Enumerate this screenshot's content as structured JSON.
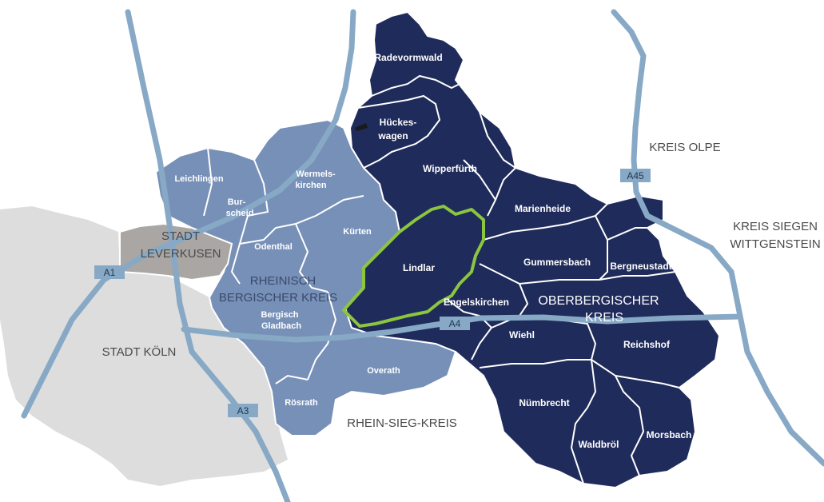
{
  "colors": {
    "oberberg_fill": "#1f2b5a",
    "rheinberg_fill": "#7790b8",
    "leverkusen_fill": "#a9a6a4",
    "koeln_fill": "#dddddd",
    "lindlar_outline": "#8cc63f",
    "road": "#87a9c6",
    "border": "#ffffff"
  },
  "regions": {
    "stadt_leverkusen": [
      "STADT",
      "LEVERKUSEN"
    ],
    "rheinisch_bergischer_kreis": [
      "RHEINISCH",
      "BERGISCHER KREIS"
    ],
    "stadt_koeln": "STADT KÖLN",
    "oberbergischer_kreis": [
      "OBERBERGISCHER",
      "KREIS"
    ],
    "kreis_olpe": "KREIS OLPE",
    "kreis_siegen": [
      "KREIS SIEGEN",
      "WITTGENSTEIN"
    ],
    "rhein_sieg_kreis": "RHEIN-SIEG-KREIS"
  },
  "municipalities": {
    "radevormwald": "Radevormwald",
    "hueckeswagen": [
      "Hückes-",
      "wagen"
    ],
    "wipperfuerth": "Wipperfürth",
    "marienheide": "Marienheide",
    "lindlar": "Lindlar",
    "gummersbach": "Gummersbach",
    "bergneustadt": "Bergneustadt",
    "engelskirchen": "Engelskirchen",
    "wiehl": "Wiehl",
    "reichshof": "Reichshof",
    "nuembrecht": "Nümbrecht",
    "waldbroel": "Waldbröl",
    "morsbach": "Morsbach",
    "leichlingen": "Leichlingen",
    "wermelskirchen": [
      "Wermels-",
      "kirchen"
    ],
    "burscheid": [
      "Bur-",
      "scheid"
    ],
    "odenthal": "Odenthal",
    "kuerten": "Kürten",
    "bergisch_gladbach": [
      "Bergisch",
      "Gladbach"
    ],
    "overath": "Overath",
    "roesrath": "Rösrath"
  },
  "roads": {
    "a1": "A1",
    "a3": "A3",
    "a4": "A4",
    "a45": "A45"
  }
}
